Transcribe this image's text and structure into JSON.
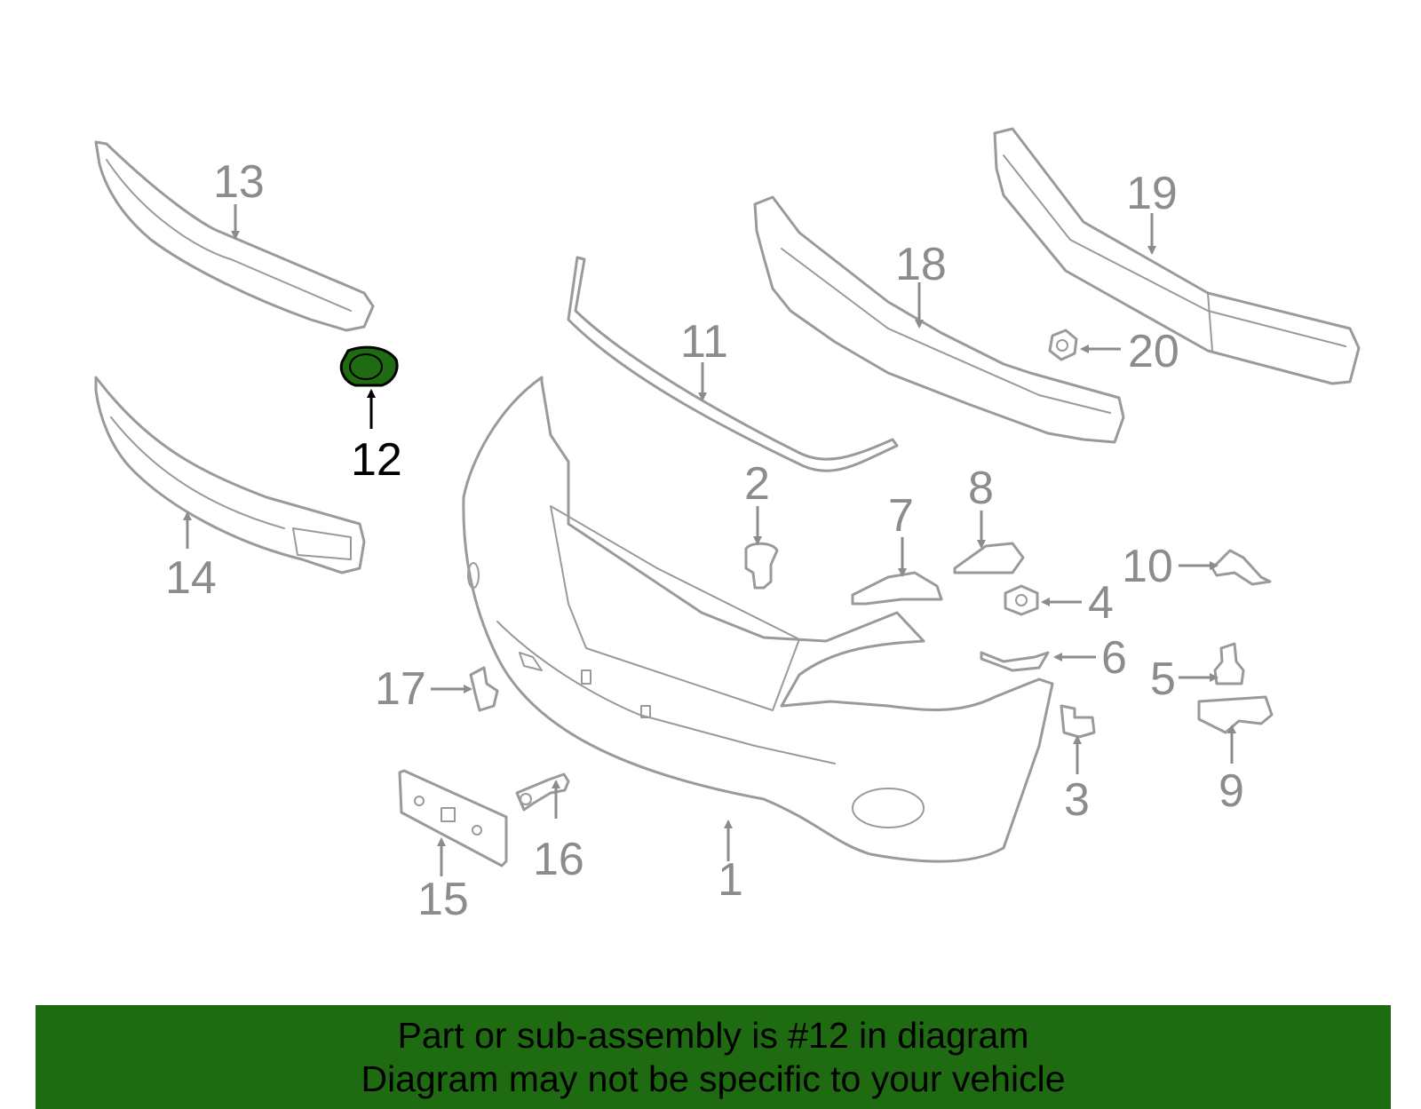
{
  "diagram": {
    "highlighted_part": "12",
    "highlight_color": "#1e6b12",
    "line_color": "#9a9a9a",
    "callouts": [
      "1",
      "2",
      "3",
      "4",
      "5",
      "6",
      "7",
      "8",
      "9",
      "10",
      "11",
      "12",
      "13",
      "14",
      "15",
      "16",
      "17",
      "18",
      "19",
      "20"
    ]
  },
  "banner": {
    "line1": "Part or sub-assembly is #12 in diagram",
    "line2": "Diagram may not be specific to your vehicle",
    "background": "#1e6b12"
  }
}
